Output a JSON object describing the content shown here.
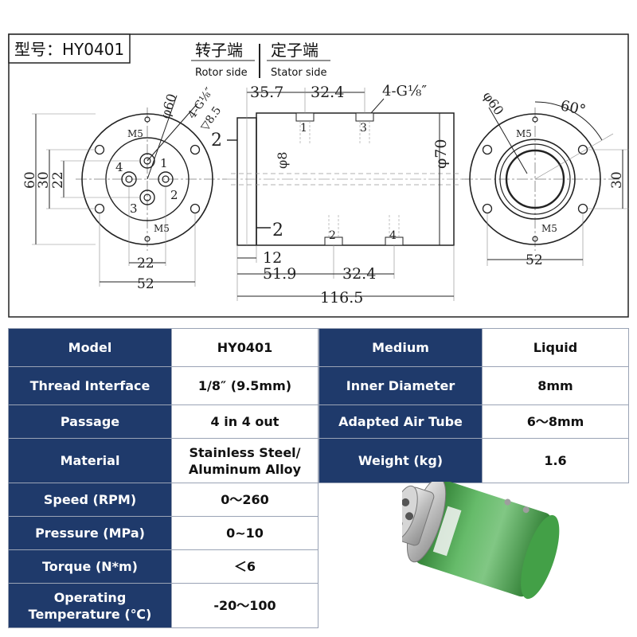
{
  "drawing": {
    "model_label": "型号：HY0401",
    "rotor_side_cn": "转子端",
    "rotor_side_en": "Rotor side",
    "stator_side_cn": "定子端",
    "stator_side_en": "Stator side",
    "left_view": {
      "dia_outer": "φ60",
      "thread": "4-G⅛″",
      "depth": "▽8.5",
      "m5_top": "M5",
      "m5_bottom": "M5",
      "height_60": "60",
      "height_30": "30",
      "height_22": "22",
      "width_22": "22",
      "width_52": "52",
      "port_1": "1",
      "port_2": "2",
      "port_3": "3",
      "port_4": "4"
    },
    "side_view": {
      "dim_35_7": "35.7",
      "dim_32_4_top": "32.4",
      "thread": "4-G⅛″",
      "section_mark_top": "2",
      "section_mark_bottom": "2",
      "bore": "φ8",
      "body_dia": "φ70",
      "dim_12": "12",
      "dim_51_9": "51.9",
      "dim_32_4_bottom": "32.4",
      "dim_116_5": "116.5",
      "port_1": "1",
      "port_2": "2",
      "port_3": "3",
      "port_4": "4"
    },
    "right_view": {
      "dia_outer": "φ60",
      "angle": "60°",
      "m5_top": "M5",
      "m5_bottom": "M5",
      "height_30": "30",
      "width_52": "52"
    }
  },
  "specs_left": [
    {
      "key": "Model",
      "value": "HY0401"
    },
    {
      "key": "Thread Interface",
      "value": "1/8″ (9.5mm)"
    },
    {
      "key": "Passage",
      "value": "4 in 4 out"
    },
    {
      "key": "Material",
      "value": "Stainless Steel/ Aluminum Alloy"
    },
    {
      "key": "Speed (RPM)",
      "value": "0～260"
    },
    {
      "key": "Pressure (MPa)",
      "value": "0~10"
    },
    {
      "key": "Torque (N*m)",
      "value": "＜6"
    },
    {
      "key": "Operating Temperature (℃)",
      "value": "-20～100"
    }
  ],
  "specs_right": [
    {
      "key": "Medium",
      "value": "Liquid"
    },
    {
      "key": "Inner Diameter",
      "value": "8mm"
    },
    {
      "key": "Adapted Air Tube",
      "value": "6～8mm"
    },
    {
      "key": "Weight (kg)",
      "value": "1.6"
    }
  ],
  "colors": {
    "header_bg": "#1f3a6b",
    "product_green": "#4caf50"
  }
}
